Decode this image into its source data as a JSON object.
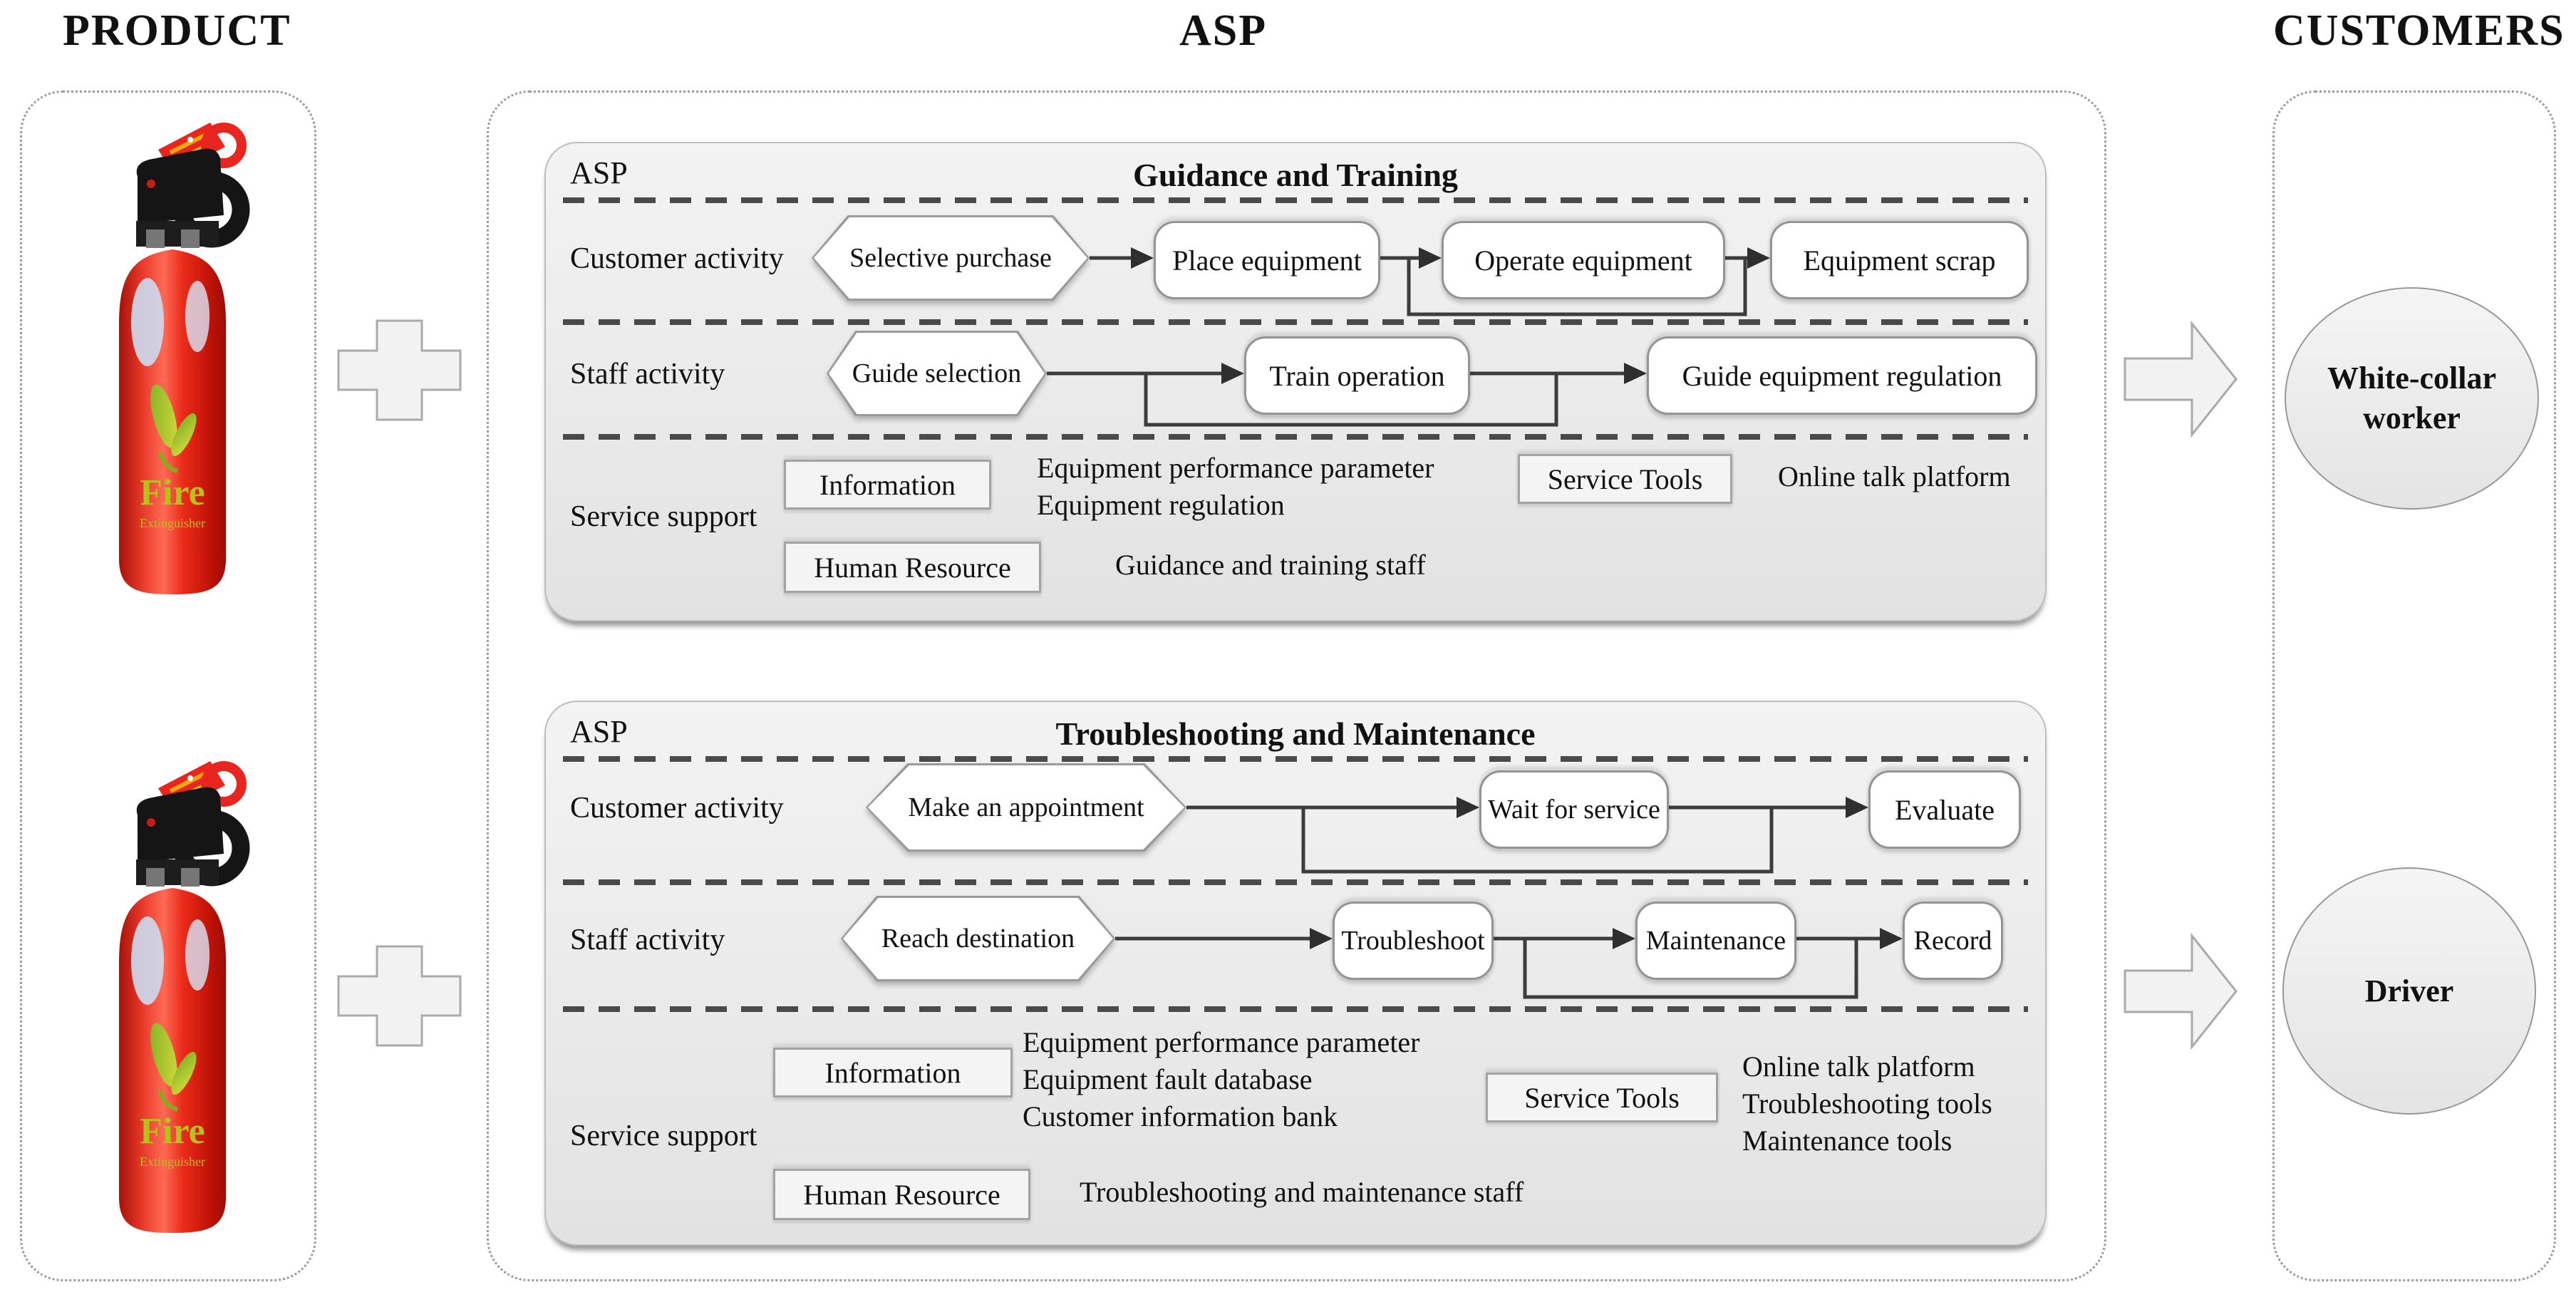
{
  "headers": {
    "product": "PRODUCT",
    "asp": "ASP",
    "customers": "CUSTOMERS"
  },
  "product": {
    "logo_text": "Fire",
    "logo_subtext": "Extinguisher"
  },
  "panels": [
    {
      "corner_label": "ASP",
      "title": "Guidance and Training",
      "customer_row": {
        "label": "Customer activity",
        "nodes": [
          "Selective purchase",
          "Place equipment",
          "Operate  equipment",
          "Equipment scrap"
        ]
      },
      "staff_row": {
        "label": "Staff activity",
        "nodes": [
          "Guide selection",
          "Train operation",
          "Guide equipment regulation"
        ]
      },
      "support": {
        "label": "Service support",
        "information_box": "Information",
        "information_items": [
          "Equipment performance parameter",
          "Equipment regulation"
        ],
        "tools_box": "Service Tools",
        "tools_items": [
          "Online talk platform"
        ],
        "hr_box": "Human Resource",
        "hr_items": [
          "Guidance and training staff"
        ]
      }
    },
    {
      "corner_label": "ASP",
      "title": "Troubleshooting and Maintenance",
      "customer_row": {
        "label": "Customer activity",
        "nodes": [
          "Make an appointment",
          "Wait for service",
          "Evaluate"
        ]
      },
      "staff_row": {
        "label": "Staff activity",
        "nodes": [
          "Reach destination",
          "Troubleshoot",
          "Maintenance",
          "Record"
        ]
      },
      "support": {
        "label": "Service support",
        "information_box": "Information",
        "information_items": [
          "Equipment performance parameter",
          "Equipment fault database",
          "Customer information bank"
        ],
        "tools_box": "Service Tools",
        "tools_items": [
          "Online talk platform",
          "Troubleshooting tools",
          "Maintenance tools"
        ],
        "hr_box": "Human Resource",
        "hr_items": [
          "Troubleshooting and maintenance staff"
        ]
      }
    }
  ],
  "customers": [
    {
      "label": "White-collar worker"
    },
    {
      "label": "Driver"
    }
  ],
  "colors": {
    "extinguisher_red": "#e8251f",
    "logo_green": "#aebe19",
    "panel_bg": "#ececec",
    "node_border": "#949494",
    "connector": "#3c3c3c"
  }
}
